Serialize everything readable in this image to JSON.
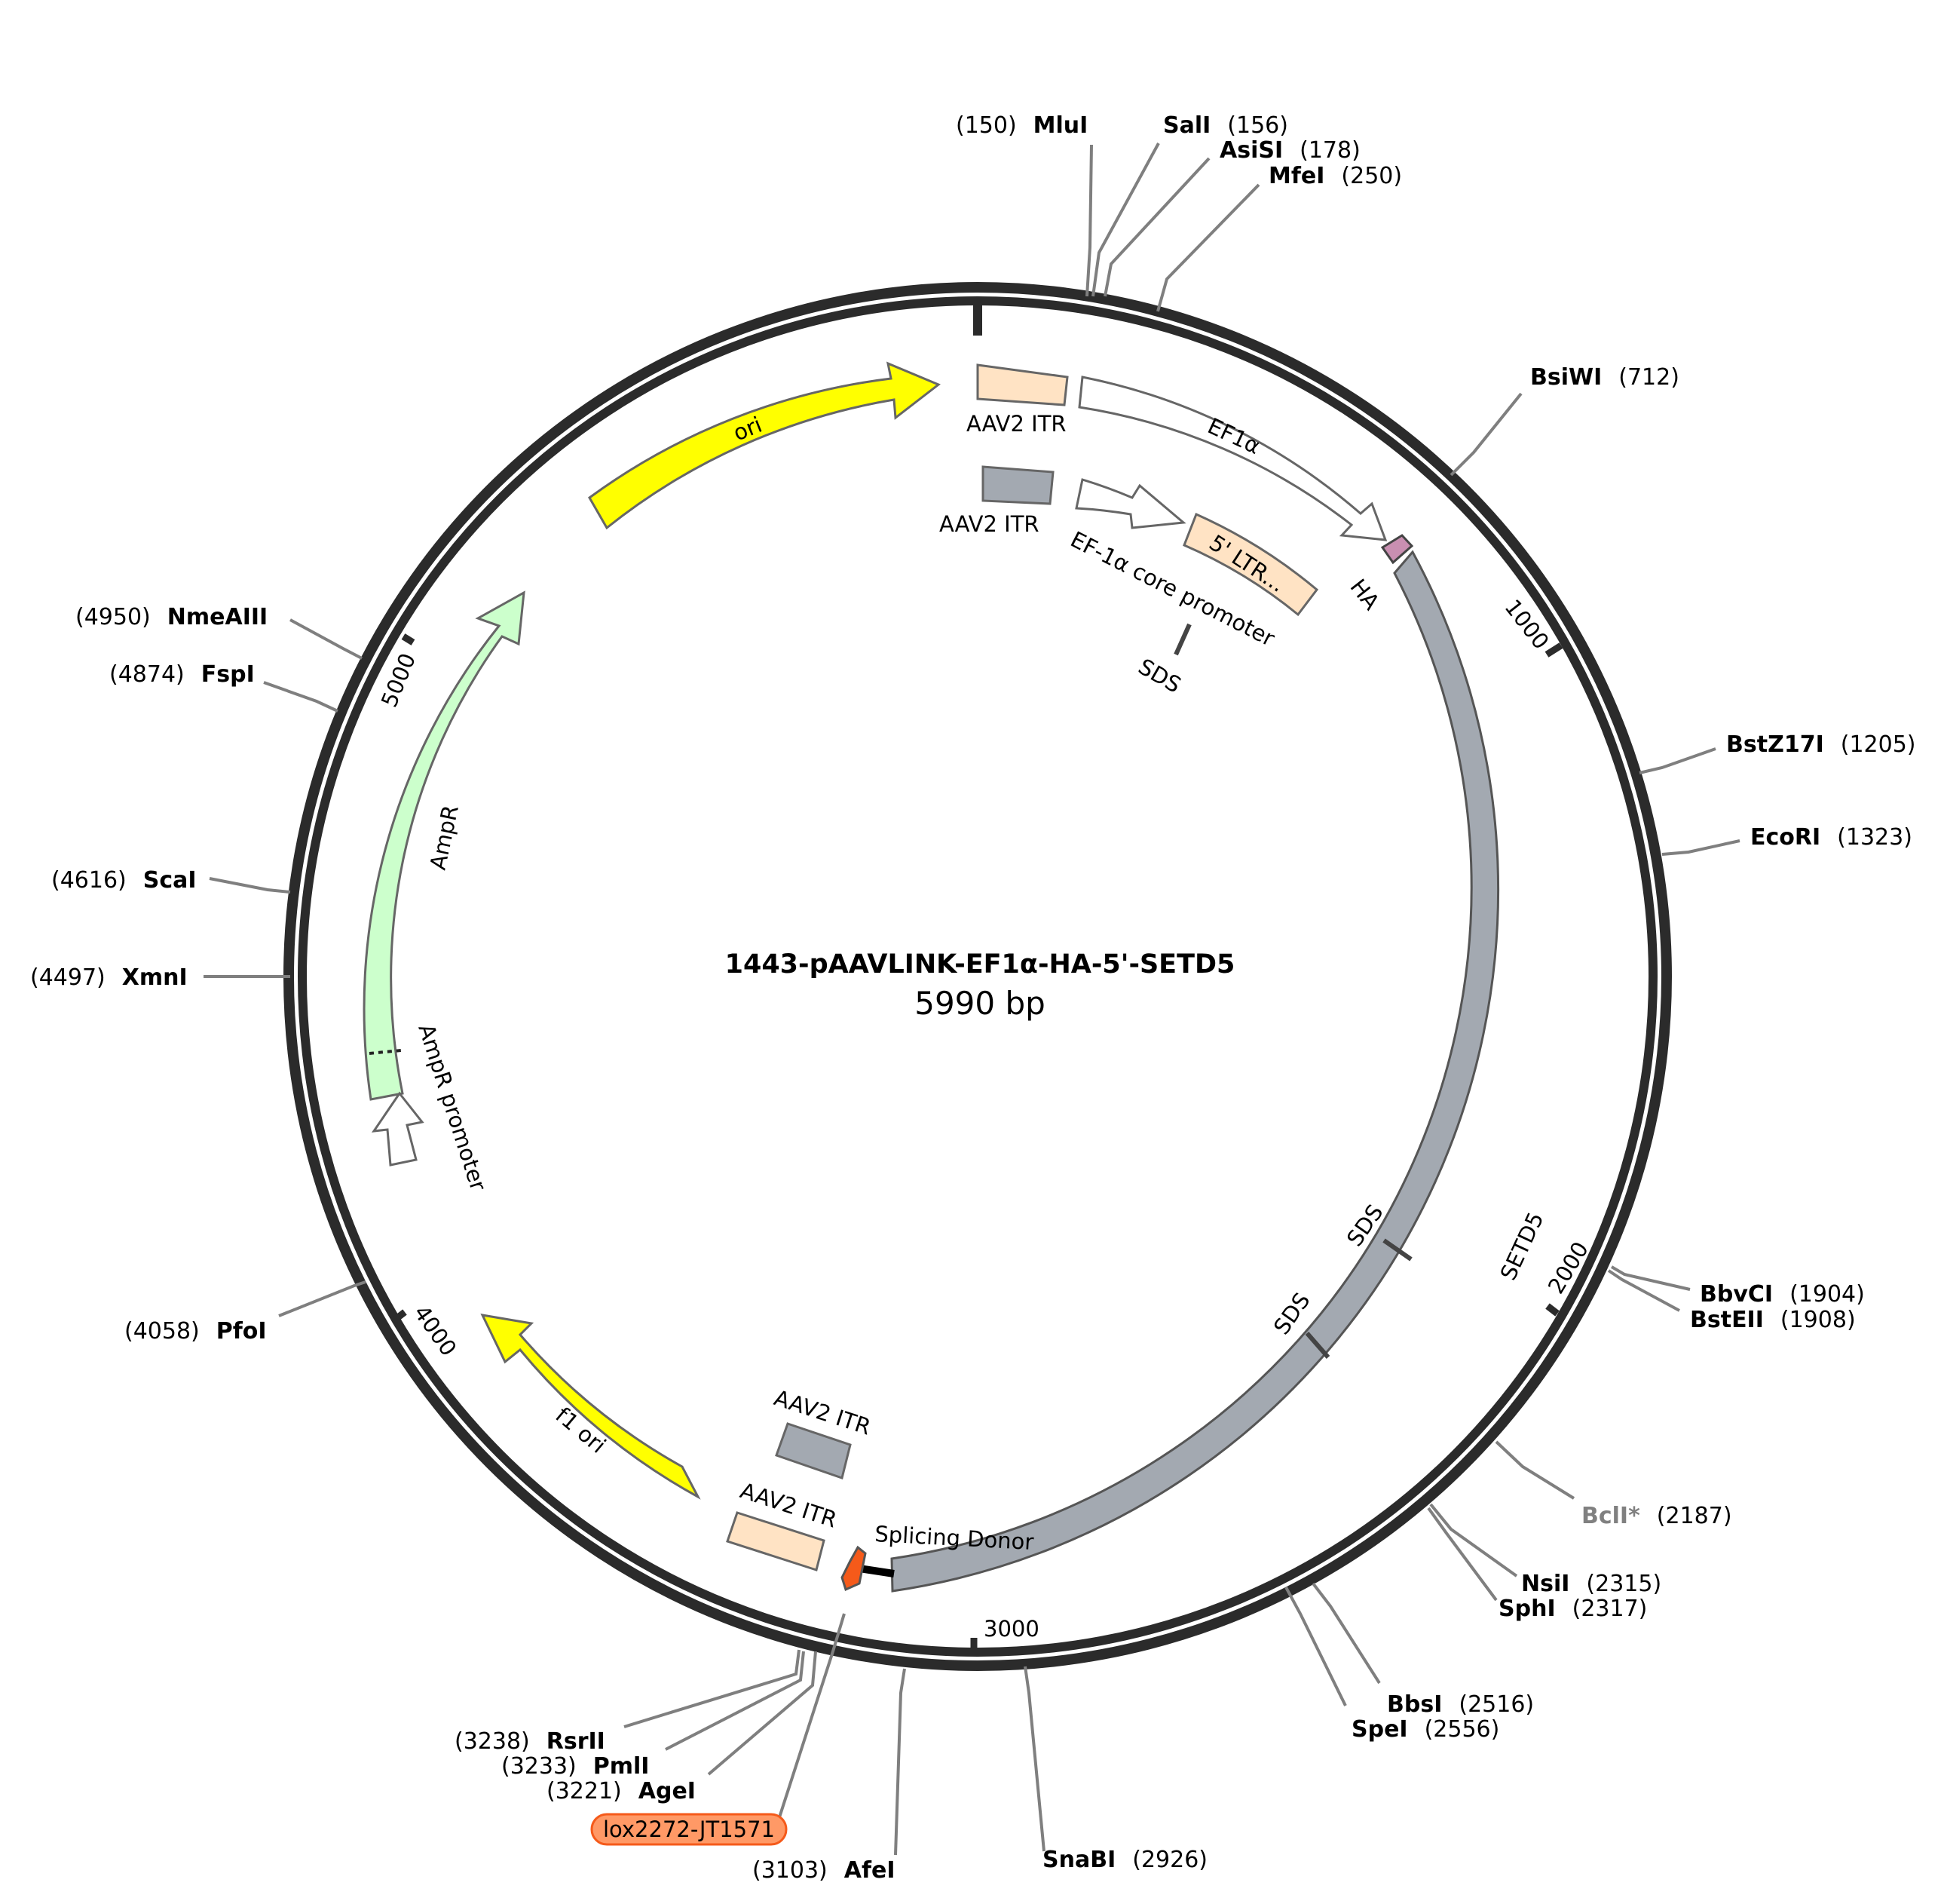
{
  "plasmid": {
    "name": "1443-pAAVLINK-EF1α-HA-5'-SETD5",
    "size_label": "5990 bp"
  },
  "colors": {
    "backbone": "#2b2b2b",
    "ori": "#ffff00",
    "itr_peach": "#ffe3c4",
    "itr_gray": "#a3a9b1",
    "promoter": "#ffffff",
    "ampr": "#ccffcc",
    "ha": "#c98fb1",
    "lox": "#f55a1a",
    "lox_badge": "#ff9966",
    "muted_site": "#808080"
  },
  "ticks": [
    "1000",
    "2000",
    "3000",
    "4000",
    "5000"
  ],
  "features": [
    {
      "name": "ori",
      "label": "ori"
    },
    {
      "name": "aav2-itr-1",
      "label": "AAV2 ITR"
    },
    {
      "name": "ef1a",
      "label": "EF1α"
    },
    {
      "name": "aav2-itr-2",
      "label": "AAV2 ITR"
    },
    {
      "name": "ef1a-core-promoter",
      "label": "EF-1α core promoter"
    },
    {
      "name": "ltr",
      "label": "5' LTR..."
    },
    {
      "name": "ha",
      "label": "HA"
    },
    {
      "name": "sds-1",
      "label": "SDS"
    },
    {
      "name": "setd5",
      "label": "SETD5"
    },
    {
      "name": "sds-2",
      "label": "SDS"
    },
    {
      "name": "sds-3",
      "label": "SDS"
    },
    {
      "name": "ampr",
      "label": "AmpR"
    },
    {
      "name": "ampr-promoter",
      "label": "AmpR promoter"
    },
    {
      "name": "f1-ori",
      "label": "f1 ori"
    },
    {
      "name": "aav2-itr-3",
      "label": "AAV2 ITR"
    },
    {
      "name": "aav2-itr-4",
      "label": "AAV2 ITR"
    },
    {
      "name": "splicing-donor",
      "label": "Splicing Donor"
    }
  ],
  "sites": [
    {
      "name": "MluI",
      "pos": "(150)"
    },
    {
      "name": "SalI",
      "pos": "(156)"
    },
    {
      "name": "AsiSI",
      "pos": "(178)"
    },
    {
      "name": "MfeI",
      "pos": "(250)"
    },
    {
      "name": "BsiWI",
      "pos": "(712)"
    },
    {
      "name": "BstZ17I",
      "pos": "(1205)"
    },
    {
      "name": "EcoRI",
      "pos": "(1323)"
    },
    {
      "name": "BbvCI",
      "pos": "(1904)"
    },
    {
      "name": "BstEII",
      "pos": "(1908)"
    },
    {
      "name": "BclI*",
      "pos": "(2187)"
    },
    {
      "name": "NsiI",
      "pos": "(2315)"
    },
    {
      "name": "SphI",
      "pos": "(2317)"
    },
    {
      "name": "BbsI",
      "pos": "(2516)"
    },
    {
      "name": "SpeI",
      "pos": "(2556)"
    },
    {
      "name": "SnaBI",
      "pos": "(2926)"
    },
    {
      "name": "AfeI",
      "pos": "(3103)"
    },
    {
      "name": "AgeI",
      "pos": "(3221)"
    },
    {
      "name": "PmlI",
      "pos": "(3233)"
    },
    {
      "name": "RsrII",
      "pos": "(3238)"
    },
    {
      "name": "PfoI",
      "pos": "(4058)"
    },
    {
      "name": "XmnI",
      "pos": "(4497)"
    },
    {
      "name": "ScaI",
      "pos": "(4616)"
    },
    {
      "name": "FspI",
      "pos": "(4874)"
    },
    {
      "name": "NmeAIII",
      "pos": "(4950)"
    }
  ],
  "lox_badge": "lox2272-JT1571"
}
